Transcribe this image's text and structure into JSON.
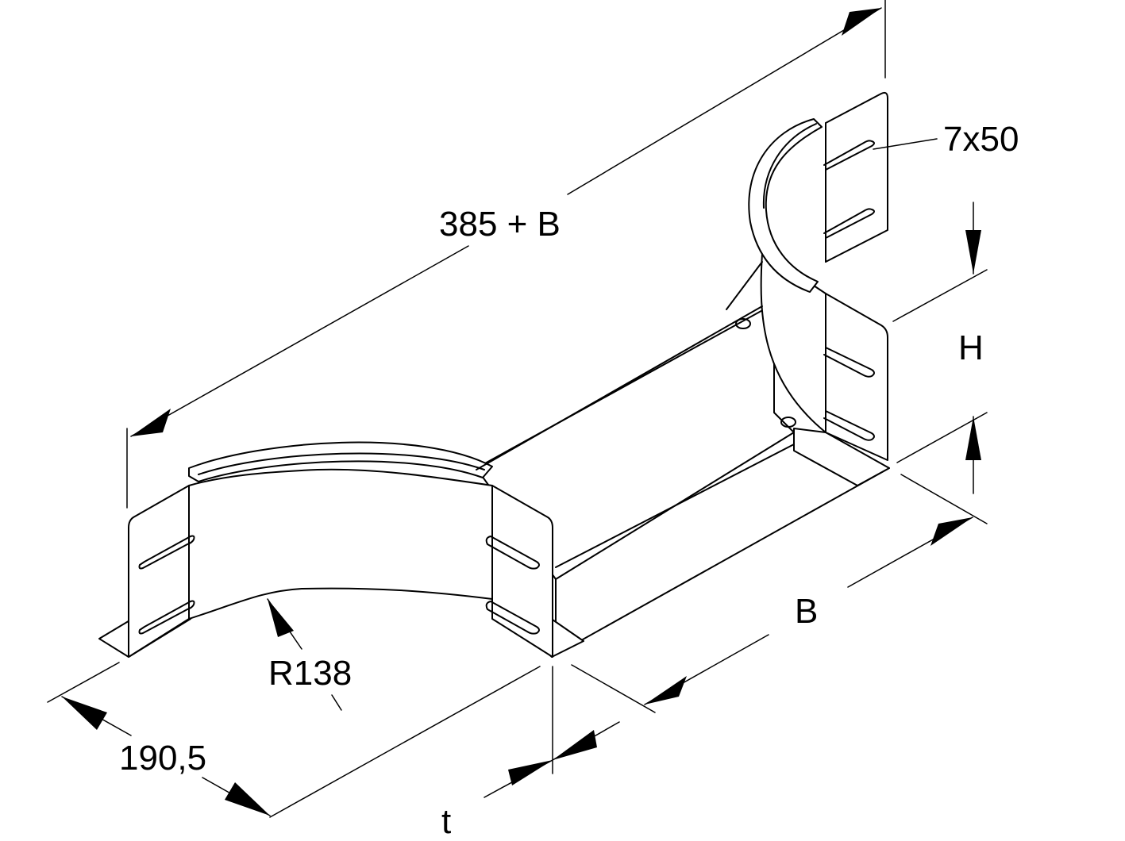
{
  "drawing": {
    "dimensions": {
      "total_length": "385 + B",
      "slot_size": "7x50",
      "height": "H",
      "width": "B",
      "radius": "R138",
      "side_length": "190,5",
      "thickness": "t"
    }
  }
}
